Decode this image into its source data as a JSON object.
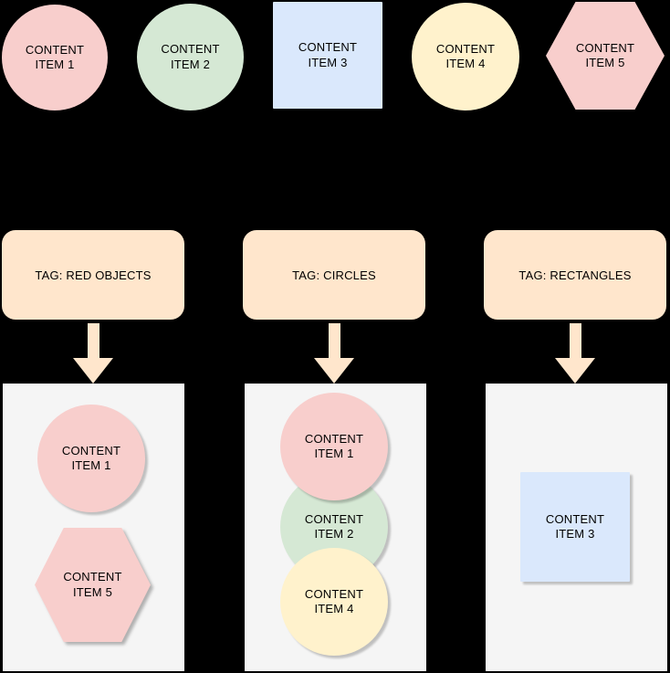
{
  "colors": {
    "background": "#000000",
    "pink": "#f8cecc",
    "green": "#d5e8d4",
    "blue": "#dae8fc",
    "yellow": "#fff2cc",
    "peach_tag": "#ffe6cc",
    "bucket_background": "#f5f5f5",
    "text": "#000000"
  },
  "source_items": [
    {
      "label": "CONTENT\nITEM 1",
      "shape": "circle",
      "color": "pink"
    },
    {
      "label": "CONTENT\nITEM 2",
      "shape": "circle",
      "color": "green"
    },
    {
      "label": "CONTENT\nITEM 3",
      "shape": "square",
      "color": "blue"
    },
    {
      "label": "CONTENT\nITEM 4",
      "shape": "circle",
      "color": "yellow"
    },
    {
      "label": "CONTENT\nITEM 5",
      "shape": "hexagon",
      "color": "pink"
    }
  ],
  "tags": [
    {
      "label": "TAG: RED OBJECTS",
      "members": [
        {
          "label": "CONTENT\nITEM 1",
          "shape": "circle",
          "color": "pink"
        },
        {
          "label": "CONTENT\nITEM 5",
          "shape": "hexagon",
          "color": "pink"
        }
      ]
    },
    {
      "label": "TAG: CIRCLES",
      "members": [
        {
          "label": "CONTENT\nITEM 1",
          "shape": "circle",
          "color": "pink"
        },
        {
          "label": "CONTENT\nITEM 2",
          "shape": "circle",
          "color": "green"
        },
        {
          "label": "CONTENT\nITEM 4",
          "shape": "circle",
          "color": "yellow"
        }
      ]
    },
    {
      "label": "TAG: RECTANGLES",
      "members": [
        {
          "label": "CONTENT\nITEM 3",
          "shape": "square",
          "color": "blue"
        }
      ]
    }
  ]
}
